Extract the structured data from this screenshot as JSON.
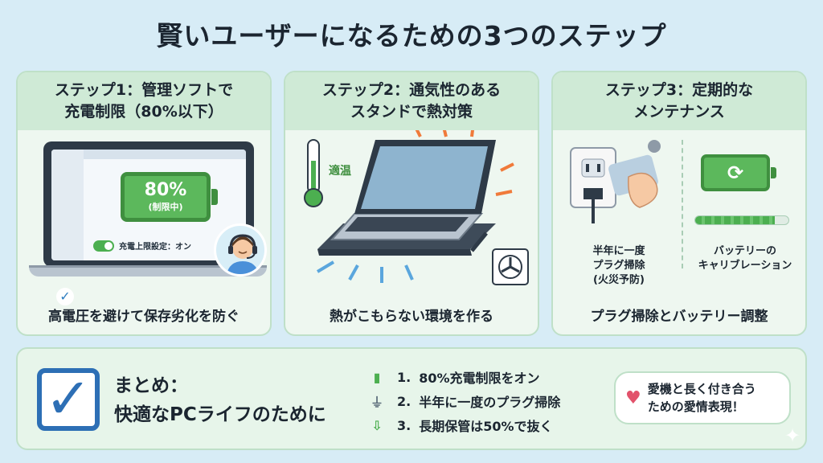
{
  "title": "賢いユーザーになるための3つのステップ",
  "cards": [
    {
      "heading_line1": "ステップ1：管理ソフトで",
      "heading_line2": "充電制限（80%以下）",
      "battery_percent": "80%",
      "battery_sub": "(制限中)",
      "toggle_label": "充電上限設定：オン",
      "footer": "高電圧を避けて保存劣化を防ぐ"
    },
    {
      "heading_line1": "ステップ2：通気性のある",
      "heading_line2": "スタンドで熱対策",
      "thermo_label": "適温",
      "footer": "熱がこもらない環境を作る"
    },
    {
      "heading_line1": "ステップ3：定期的な",
      "heading_line2": "メンテナンス",
      "left_label_1": "半年に一度",
      "left_label_2": "プラグ掃除",
      "left_label_3": "(火災予防)",
      "right_label_1": "バッテリーの",
      "right_label_2": "キャリブレーション",
      "progress_fraction": 0.85,
      "footer": "プラグ掃除とバッテリー調整"
    }
  ],
  "summary": {
    "title_line1": "まとめ：",
    "title_line2": "快適なPCライフのために",
    "items": [
      {
        "num": "1.",
        "text": "80%充電制限をオン",
        "icon": "battery-charge-icon"
      },
      {
        "num": "2.",
        "text": "半年に一度のプラグ掃除",
        "icon": "plug-icon"
      },
      {
        "num": "3.",
        "text": "長期保管は50%で抜く",
        "icon": "storage-icon"
      }
    ],
    "bubble_line1": "愛機と長く付き合う",
    "bubble_line2": "ための愛情表現！"
  },
  "colors": {
    "background": "#d7ecf6",
    "card": "#eef7f0",
    "card_header": "#cfead6",
    "accent_green": "#5cb85c",
    "accent_blue": "#2d6fb5",
    "heat_orange": "#f07a3a",
    "cool_blue": "#5aa6dd"
  }
}
